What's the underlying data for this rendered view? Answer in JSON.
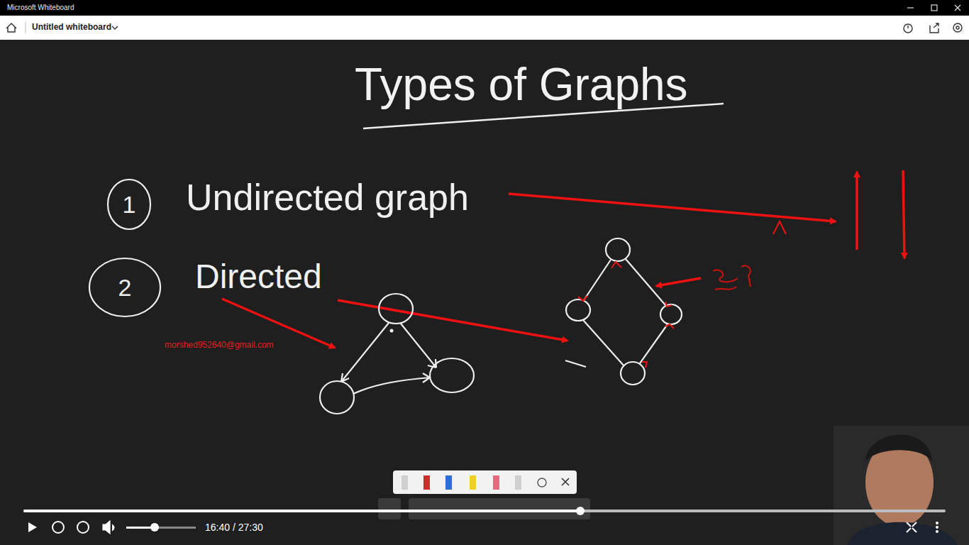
{
  "diagram": {
    "title": "Types of Graphs",
    "nodes": [
      {
        "text": [
          "1"
        ]
      },
      {
        "text": [
          "2"
        ]
      }
    ],
    "labels": [
      "Microsoft Whiteboard",
      "Untitled whiteboard",
      "Undirected graph",
      "Directed",
      "morshed952640@gmail.com",
      "16:40 / 27:30"
    ]
  }
}
